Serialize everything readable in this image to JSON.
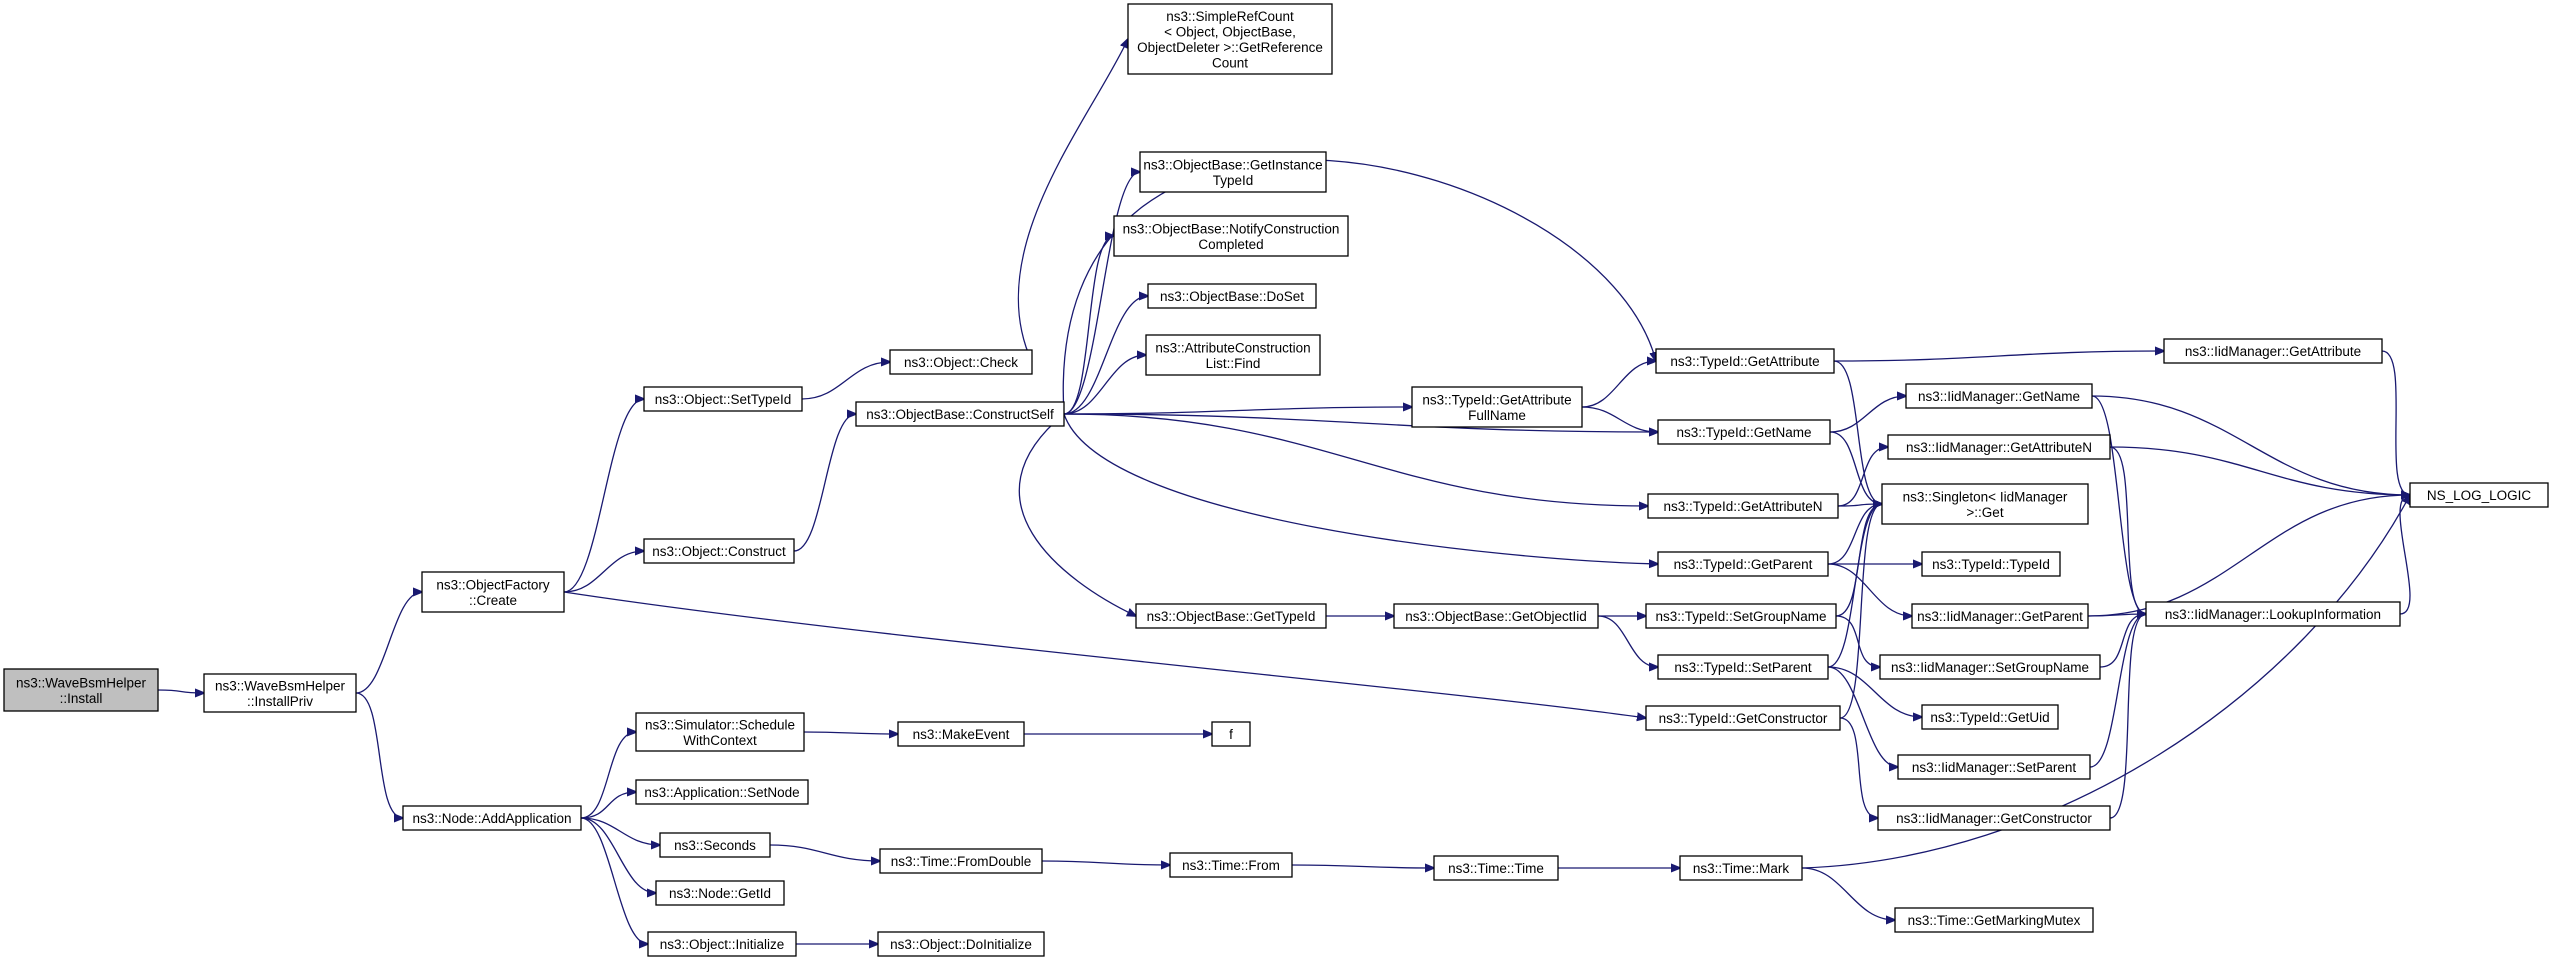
{
  "colors": {
    "edge": "#191970",
    "node_border": "#000000",
    "root_fill": "#bfbfbf",
    "node_fill": "#ffffff"
  },
  "nodes": {
    "install": {
      "lines": [
        "ns3::WaveBsmHelper",
        "::Install"
      ],
      "root": true
    },
    "installpriv": {
      "lines": [
        "ns3::WaveBsmHelper",
        "::InstallPriv"
      ]
    },
    "of_create": {
      "lines": [
        "ns3::ObjectFactory",
        "::Create"
      ]
    },
    "addapp": {
      "lines": [
        "ns3::Node::AddApplication"
      ]
    },
    "settypeid": {
      "lines": [
        "ns3::Object::SetTypeId"
      ]
    },
    "construct": {
      "lines": [
        "ns3::Object::Construct"
      ]
    },
    "sched": {
      "lines": [
        "ns3::Simulator::Schedule",
        "WithContext"
      ]
    },
    "appsetnode": {
      "lines": [
        "ns3::Application::SetNode"
      ]
    },
    "seconds": {
      "lines": [
        "ns3::Seconds"
      ]
    },
    "getid": {
      "lines": [
        "ns3::Node::GetId"
      ]
    },
    "initialize": {
      "lines": [
        "ns3::Object::Initialize"
      ]
    },
    "check": {
      "lines": [
        "ns3::Object::Check"
      ]
    },
    "constructself": {
      "lines": [
        "ns3::ObjectBase::ConstructSelf"
      ]
    },
    "makeevent": {
      "lines": [
        "ns3::MakeEvent"
      ]
    },
    "fromdouble": {
      "lines": [
        "ns3::Time::FromDouble"
      ]
    },
    "doinitialize": {
      "lines": [
        "ns3::Object::DoInitialize"
      ]
    },
    "refcount": {
      "lines": [
        "ns3::SimpleRefCount",
        "< Object, ObjectBase,",
        "ObjectDeleter >::GetReference",
        "Count"
      ]
    },
    "getinstance": {
      "lines": [
        "ns3::ObjectBase::GetInstance",
        "TypeId"
      ]
    },
    "notify": {
      "lines": [
        "ns3::ObjectBase::NotifyConstruction",
        "Completed"
      ]
    },
    "doset": {
      "lines": [
        "ns3::ObjectBase::DoSet"
      ]
    },
    "acfind": {
      "lines": [
        "ns3::AttributeConstruction",
        "List::Find"
      ]
    },
    "obgettypeid": {
      "lines": [
        "ns3::ObjectBase::GetTypeId"
      ]
    },
    "f": {
      "lines": [
        "f"
      ]
    },
    "timefrom": {
      "lines": [
        "ns3::Time::From"
      ]
    },
    "attrfullname": {
      "lines": [
        "ns3::TypeId::GetAttribute",
        "FullName"
      ]
    },
    "getobjectiid": {
      "lines": [
        "ns3::ObjectBase::GetObjectIid"
      ]
    },
    "timetime": {
      "lines": [
        "ns3::Time::Time"
      ]
    },
    "tid_getattr": {
      "lines": [
        "ns3::TypeId::GetAttribute"
      ]
    },
    "tid_getname": {
      "lines": [
        "ns3::TypeId::GetName"
      ]
    },
    "tid_getattrn": {
      "lines": [
        "ns3::TypeId::GetAttributeN"
      ]
    },
    "tid_getparent": {
      "lines": [
        "ns3::TypeId::GetParent"
      ]
    },
    "tid_setgroup": {
      "lines": [
        "ns3::TypeId::SetGroupName"
      ]
    },
    "tid_setparent": {
      "lines": [
        "ns3::TypeId::SetParent"
      ]
    },
    "tid_getctor": {
      "lines": [
        "ns3::TypeId::GetConstructor"
      ]
    },
    "timemark": {
      "lines": [
        "ns3::Time::Mark"
      ]
    },
    "singleton": {
      "lines": [
        "ns3::Singleton< IidManager",
        ">::Get"
      ]
    },
    "tid_typeid": {
      "lines": [
        "ns3::TypeId::TypeId"
      ]
    },
    "tid_getuid": {
      "lines": [
        "ns3::TypeId::GetUid"
      ]
    },
    "iid_getname": {
      "lines": [
        "ns3::IidManager::GetName"
      ]
    },
    "iid_getattrn": {
      "lines": [
        "ns3::IidManager::GetAttributeN"
      ]
    },
    "iid_getparent": {
      "lines": [
        "ns3::IidManager::GetParent"
      ]
    },
    "iid_setgroup": {
      "lines": [
        "ns3::IidManager::SetGroupName"
      ]
    },
    "iid_setparent": {
      "lines": [
        "ns3::IidManager::SetParent"
      ]
    },
    "iid_getctor": {
      "lines": [
        "ns3::IidManager::GetConstructor"
      ]
    },
    "markingmutex": {
      "lines": [
        "ns3::Time::GetMarkingMutex"
      ]
    },
    "iid_getattr": {
      "lines": [
        "ns3::IidManager::GetAttribute"
      ]
    },
    "iid_lookup": {
      "lines": [
        "ns3::IidManager::LookupInformation"
      ]
    },
    "nslog": {
      "lines": [
        "NS_LOG_LOGIC"
      ]
    }
  }
}
